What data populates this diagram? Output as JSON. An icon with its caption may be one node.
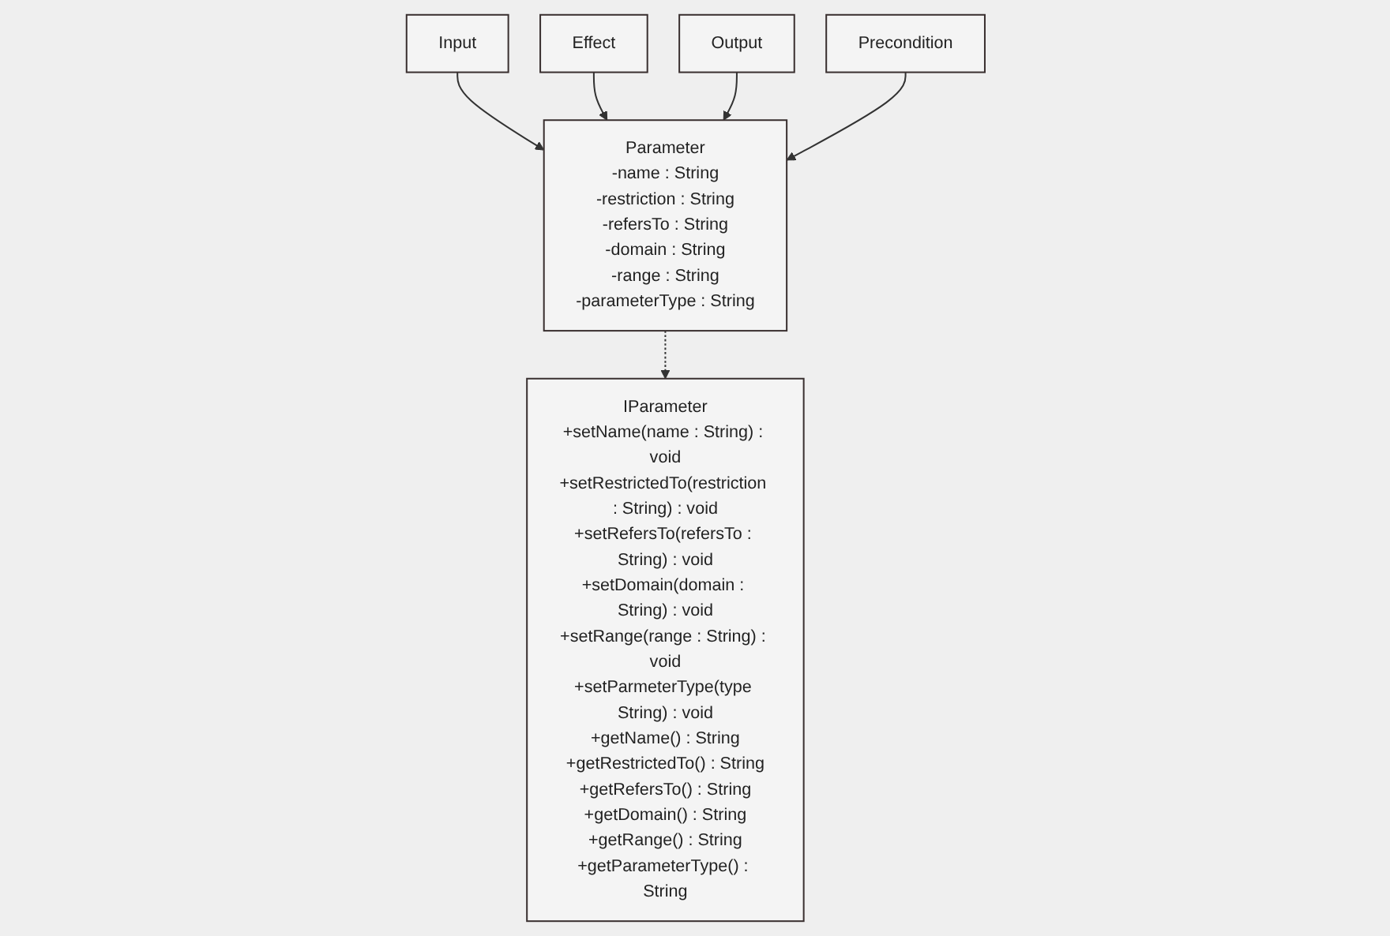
{
  "diagram": {
    "nodes": [
      {
        "text": [
          "Input"
        ]
      },
      {
        "text": [
          "IParameter",
          "+setName(name : String) : void",
          "+setRestrictedTo(restriction : String) : void",
          "+setRefersTo(refersTo : String) : void",
          "+setDomain(domain : String) : void",
          "+setRange(range : String) : void",
          "+setParmeterType(type String) : void",
          "+getName() : String",
          "+getRestrictedTo() : String",
          "+getRefersTo() : String",
          "+getDomain() : String",
          "+getRange() : String",
          "+getParameterType() : String"
        ]
      },
      {
        "text": [
          "Effect"
        ]
      },
      {
        "text": [
          "Parameter",
          "-name : String",
          "-restriction : String",
          "-refersTo : String",
          "-domain : String",
          "-range : String",
          "-parameterType : String"
        ]
      },
      {
        "text": [
          "Output"
        ]
      },
      {
        "text": [
          "Precondition"
        ]
      }
    ],
    "edges": [
      {
        "from": 0,
        "to": 3,
        "arrow": "to"
      },
      {
        "from": 2,
        "to": 3,
        "arrow": "to"
      },
      {
        "from": 4,
        "to": 3,
        "arrow": "to"
      },
      {
        "from": 5,
        "to": 3,
        "arrow": "to"
      },
      {
        "from": 3,
        "to": 1,
        "arrow": "to",
        "style": "dashed"
      }
    ]
  }
}
